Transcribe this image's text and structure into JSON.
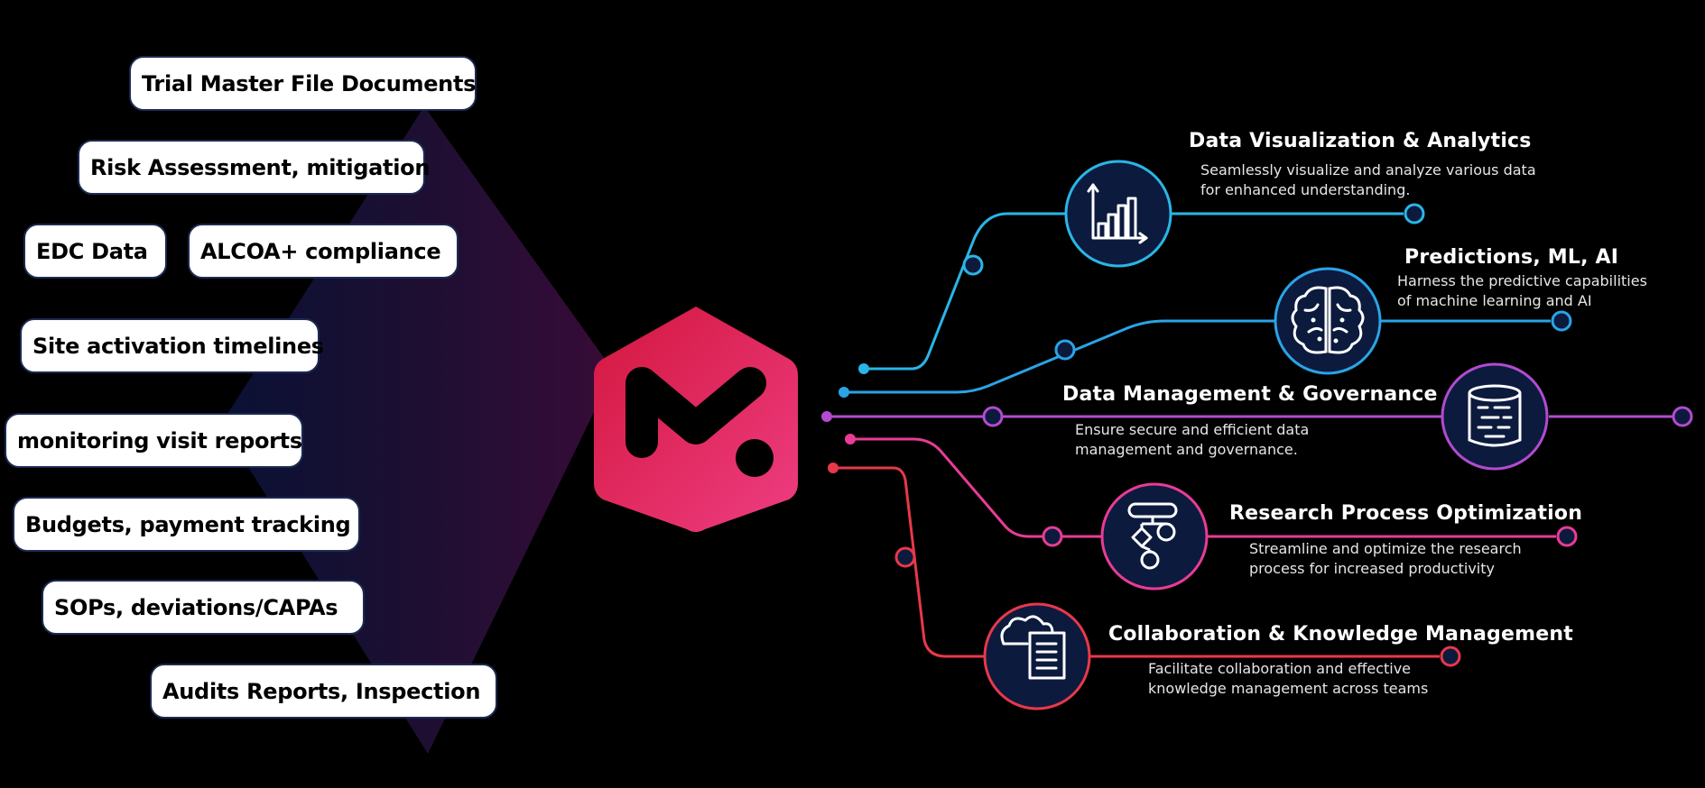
{
  "colors": {
    "background": "#000000",
    "logo_start": "#d3173e",
    "logo_end": "#ec3a7c",
    "cyan": "#29b6e6",
    "blue": "#2aa4e6",
    "purple": "#b24bd0",
    "pink": "#e83c96",
    "red": "#e8384a",
    "node_fill": "#0c1a3e"
  },
  "left_items": [
    "Trial Master File Documents",
    "Risk Assessment, mitigation",
    "EDC Data",
    "ALCOA+ compliance",
    "Site activation timelines",
    "monitoring visit reports",
    "Budgets, payment tracking",
    "SOPs, deviations/CAPAs",
    "Audits Reports, Inspection"
  ],
  "center_logo": {
    "letter": "M",
    "icon": "m-hexagon-logo"
  },
  "capabilities": [
    {
      "title": "Data Visualization & Analytics",
      "desc_line1": "Seamlessly visualize and analyze various data",
      "desc_line2": "for enhanced understanding.",
      "icon": "bar-chart-icon",
      "color": "#29b6e6"
    },
    {
      "title": "Predictions, ML, AI",
      "desc_line1": "Harness the predictive capabilities",
      "desc_line2": "of machine learning and AI",
      "icon": "brain-icon",
      "color": "#2aa4e6"
    },
    {
      "title": "Data Management & Governance",
      "desc_line1": "Ensure secure and efficient data",
      "desc_line2": "management and governance.",
      "icon": "database-icon",
      "color": "#b24bd0"
    },
    {
      "title": "Research Process Optimization",
      "desc_line1": "Streamline and optimize the research",
      "desc_line2": "process for increased productivity",
      "icon": "flowchart-icon",
      "color": "#e83c96"
    },
    {
      "title": "Collaboration & Knowledge Management",
      "desc_line1": "Facilitate collaboration and effective",
      "desc_line2": "knowledge management across teams",
      "icon": "cloud-document-icon",
      "color": "#e8384a"
    }
  ]
}
